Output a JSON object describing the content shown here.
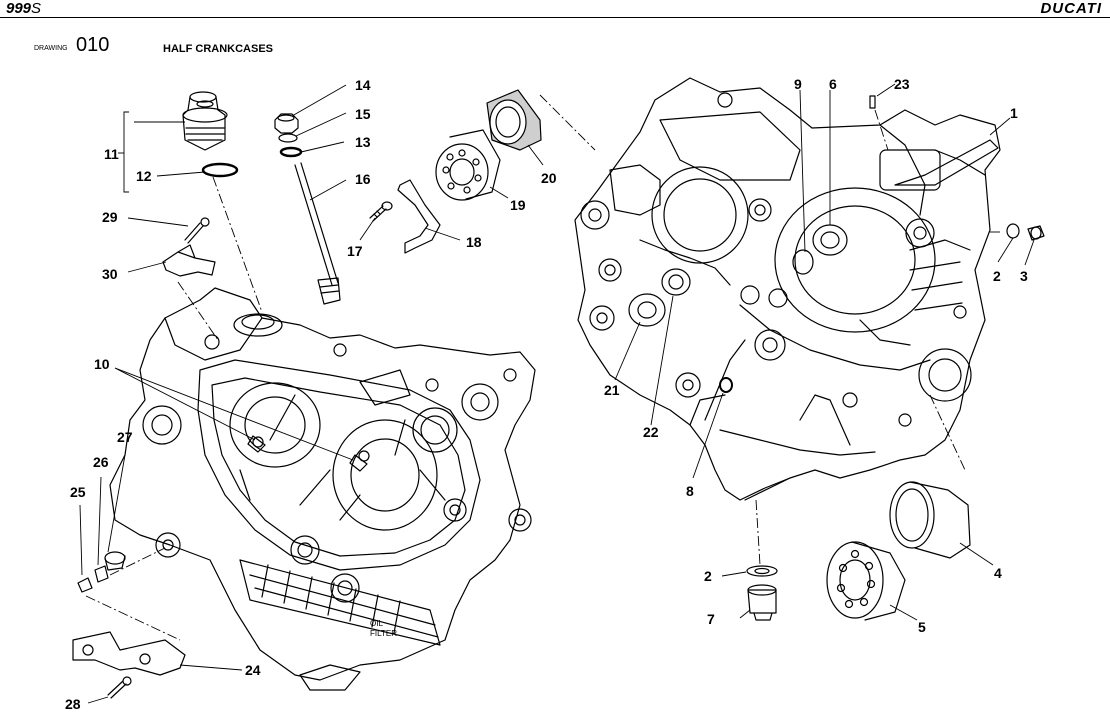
{
  "header": {
    "model_prefix": "999",
    "model_suffix": "S",
    "brand": "DUCATI",
    "drawing_label": "DRAWING",
    "drawing_number": "010",
    "drawing_title": "HALF CRANKCASES"
  },
  "callouts": [
    {
      "id": "c1",
      "label": "1"
    },
    {
      "id": "c2a",
      "label": "2"
    },
    {
      "id": "c2b",
      "label": "2"
    },
    {
      "id": "c3",
      "label": "3"
    },
    {
      "id": "c4",
      "label": "4"
    },
    {
      "id": "c5",
      "label": "5"
    },
    {
      "id": "c6",
      "label": "6"
    },
    {
      "id": "c7",
      "label": "7"
    },
    {
      "id": "c8",
      "label": "8"
    },
    {
      "id": "c9",
      "label": "9"
    },
    {
      "id": "c10",
      "label": "10"
    },
    {
      "id": "c11",
      "label": "11"
    },
    {
      "id": "c12",
      "label": "12"
    },
    {
      "id": "c13",
      "label": "13"
    },
    {
      "id": "c14",
      "label": "14"
    },
    {
      "id": "c15",
      "label": "15"
    },
    {
      "id": "c16",
      "label": "16"
    },
    {
      "id": "c17",
      "label": "17"
    },
    {
      "id": "c18",
      "label": "18"
    },
    {
      "id": "c19",
      "label": "19"
    },
    {
      "id": "c20",
      "label": "20"
    },
    {
      "id": "c21",
      "label": "21"
    },
    {
      "id": "c22",
      "label": "22"
    },
    {
      "id": "c23",
      "label": "23"
    },
    {
      "id": "c24",
      "label": "24"
    },
    {
      "id": "c25",
      "label": "25"
    },
    {
      "id": "c26",
      "label": "26"
    },
    {
      "id": "c27",
      "label": "27"
    },
    {
      "id": "c28",
      "label": "28"
    },
    {
      "id": "c29",
      "label": "29"
    },
    {
      "id": "c30",
      "label": "30"
    }
  ],
  "embossed_text": {
    "oil": "OIL",
    "filter": "FILTER"
  }
}
